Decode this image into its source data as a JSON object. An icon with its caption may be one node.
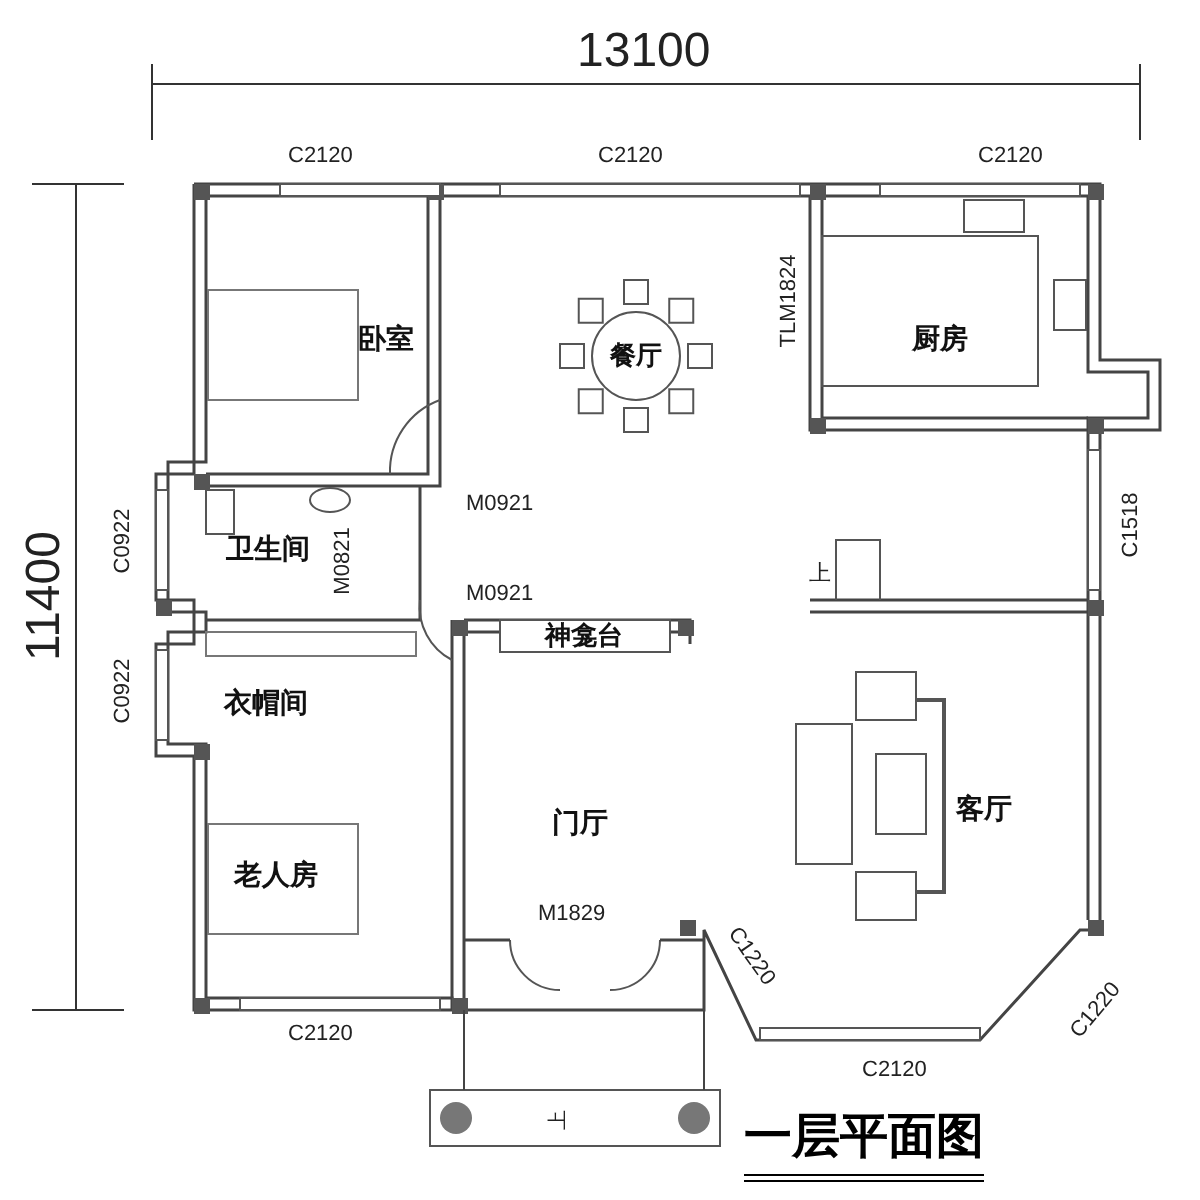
{
  "diagram": {
    "title": "一层平面图",
    "labels": [
      "13100",
      "C2120",
      "C2120",
      "C2120",
      "11400",
      "卧室",
      "餐厅",
      "TLM1824",
      "厨房",
      "M0921",
      "C0922",
      "卫生间",
      "M0821",
      "M0921",
      "上",
      "C1518",
      "神龛台",
      "C0922",
      "衣帽间",
      "客厅",
      "门厅",
      "老人房",
      "M1829",
      "C1220",
      "C2120",
      "C1220",
      "C2120",
      "上"
    ]
  }
}
